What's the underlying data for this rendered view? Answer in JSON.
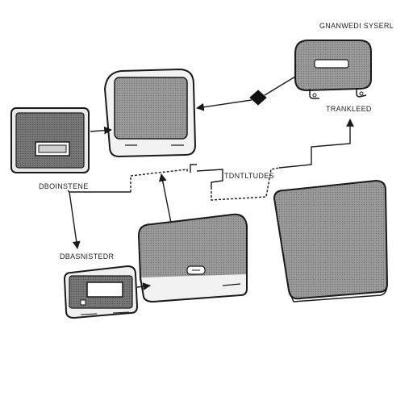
{
  "labels": {
    "top_right": "GNANWEDI SYSERL",
    "tracked": "TRANKLEED",
    "left_a": "DBOINSTENE",
    "middle": "TDNTLTUDES",
    "left_b": "DBASNISTEDR"
  },
  "colors": {
    "stroke": "#1a1a1a",
    "screen_fill": "#8a8a8a",
    "panel_fill": "#9a9a9a",
    "dark_bezel": "#5a5a5a"
  }
}
